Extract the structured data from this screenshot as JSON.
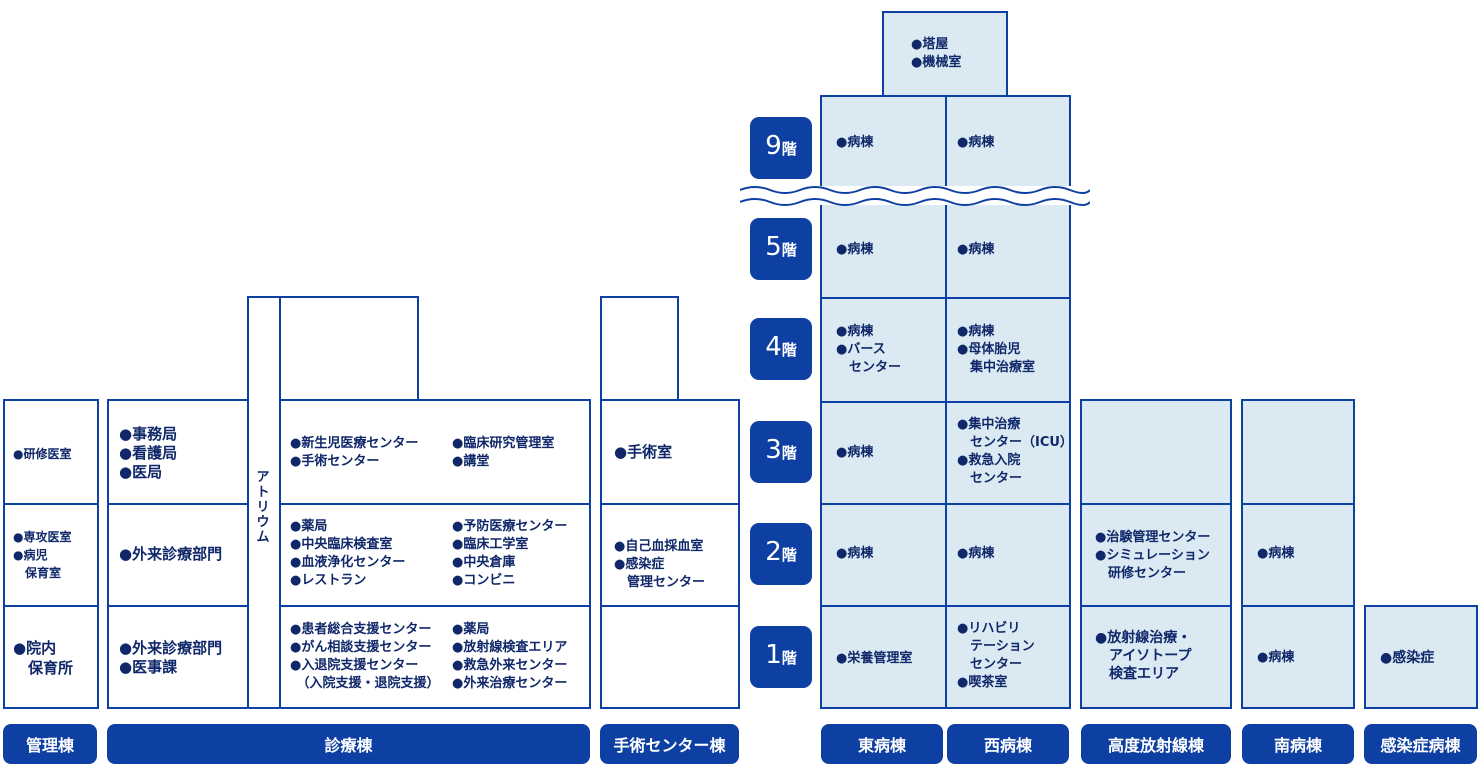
{
  "floors": {
    "f9": {
      "num": "9",
      "suffix": "階"
    },
    "f5": {
      "num": "5",
      "suffix": "階"
    },
    "f4": {
      "num": "4",
      "suffix": "階"
    },
    "f3": {
      "num": "3",
      "suffix": "階"
    },
    "f2": {
      "num": "2",
      "suffix": "階"
    },
    "f1": {
      "num": "1",
      "suffix": "階"
    }
  },
  "buildings": {
    "kanri": "管理棟",
    "shinryo": "診療棟",
    "shujutsu": "手術センター棟",
    "higashi": "東病棟",
    "nishi": "西病棟",
    "koudo": "高度放射線棟",
    "minami": "南病棟",
    "kansen": "感染症病棟"
  },
  "atrium": [
    "ア",
    "ト",
    "リ",
    "ウ",
    "ム"
  ],
  "rooms": {
    "penthouse": "●塔屋\n●機械室",
    "kanri_3": "●研修医室",
    "kanri_2": "●専攻医室\n●病児\n　保育室",
    "kanri_1": "●院内\n　保育所",
    "shin_a3": "●事務局\n●看護局\n●医局",
    "shin_a2": "●外来診療部門",
    "shin_a1": "●外来診療部門\n●医事課",
    "shin_b3_left": "●新生児医療センター\n●手術センター",
    "shin_b3_right": "●臨床研究管理室\n●講堂",
    "shin_b2_left": "●薬局\n●中央臨床検査室\n●血液浄化センター\n●レストラン",
    "shin_b2_right": "●予防医療センター\n●臨床工学室\n●中央倉庫\n●コンビニ",
    "shin_b1_left": "●患者総合支援センター\n●がん相談支援センター\n●入退院支援センター\n　（入院支援・退院支援）",
    "shin_b1_right": "●薬局\n●放射線検査エリア\n●救急外来センター\n●外来治療センター",
    "shu_3": "●手術室",
    "shu_2": "●自己血採血室\n●感染症\n　管理センター",
    "e9": "●病棟",
    "w9": "●病棟",
    "e5": "●病棟",
    "w5": "●病棟",
    "e4": "●病棟\n●バース\n　センター",
    "w4": "●病棟\n●母体胎児\n　集中治療室",
    "e3": "●病棟",
    "w3": "●集中治療\n　センター（ICU）\n●救急入院\n　センター",
    "e2": "●病棟",
    "w2": "●病棟",
    "e1": "●栄養管理室",
    "w1": "●リハビリ\n　テーション\n　センター\n●喫茶室",
    "koudo_2": "●治験管理センター\n●シミュレーション\n　研修センター",
    "koudo_1": "●放射線治療・\n　アイソトープ\n　検査エリア",
    "minami_2": "●病棟",
    "minami_1": "●病棟",
    "kansen_1": "●感染症"
  },
  "colors": {
    "accent": "#0e3fa3",
    "fill_light": "#dbeaf2",
    "border": "#0e3fa3"
  }
}
